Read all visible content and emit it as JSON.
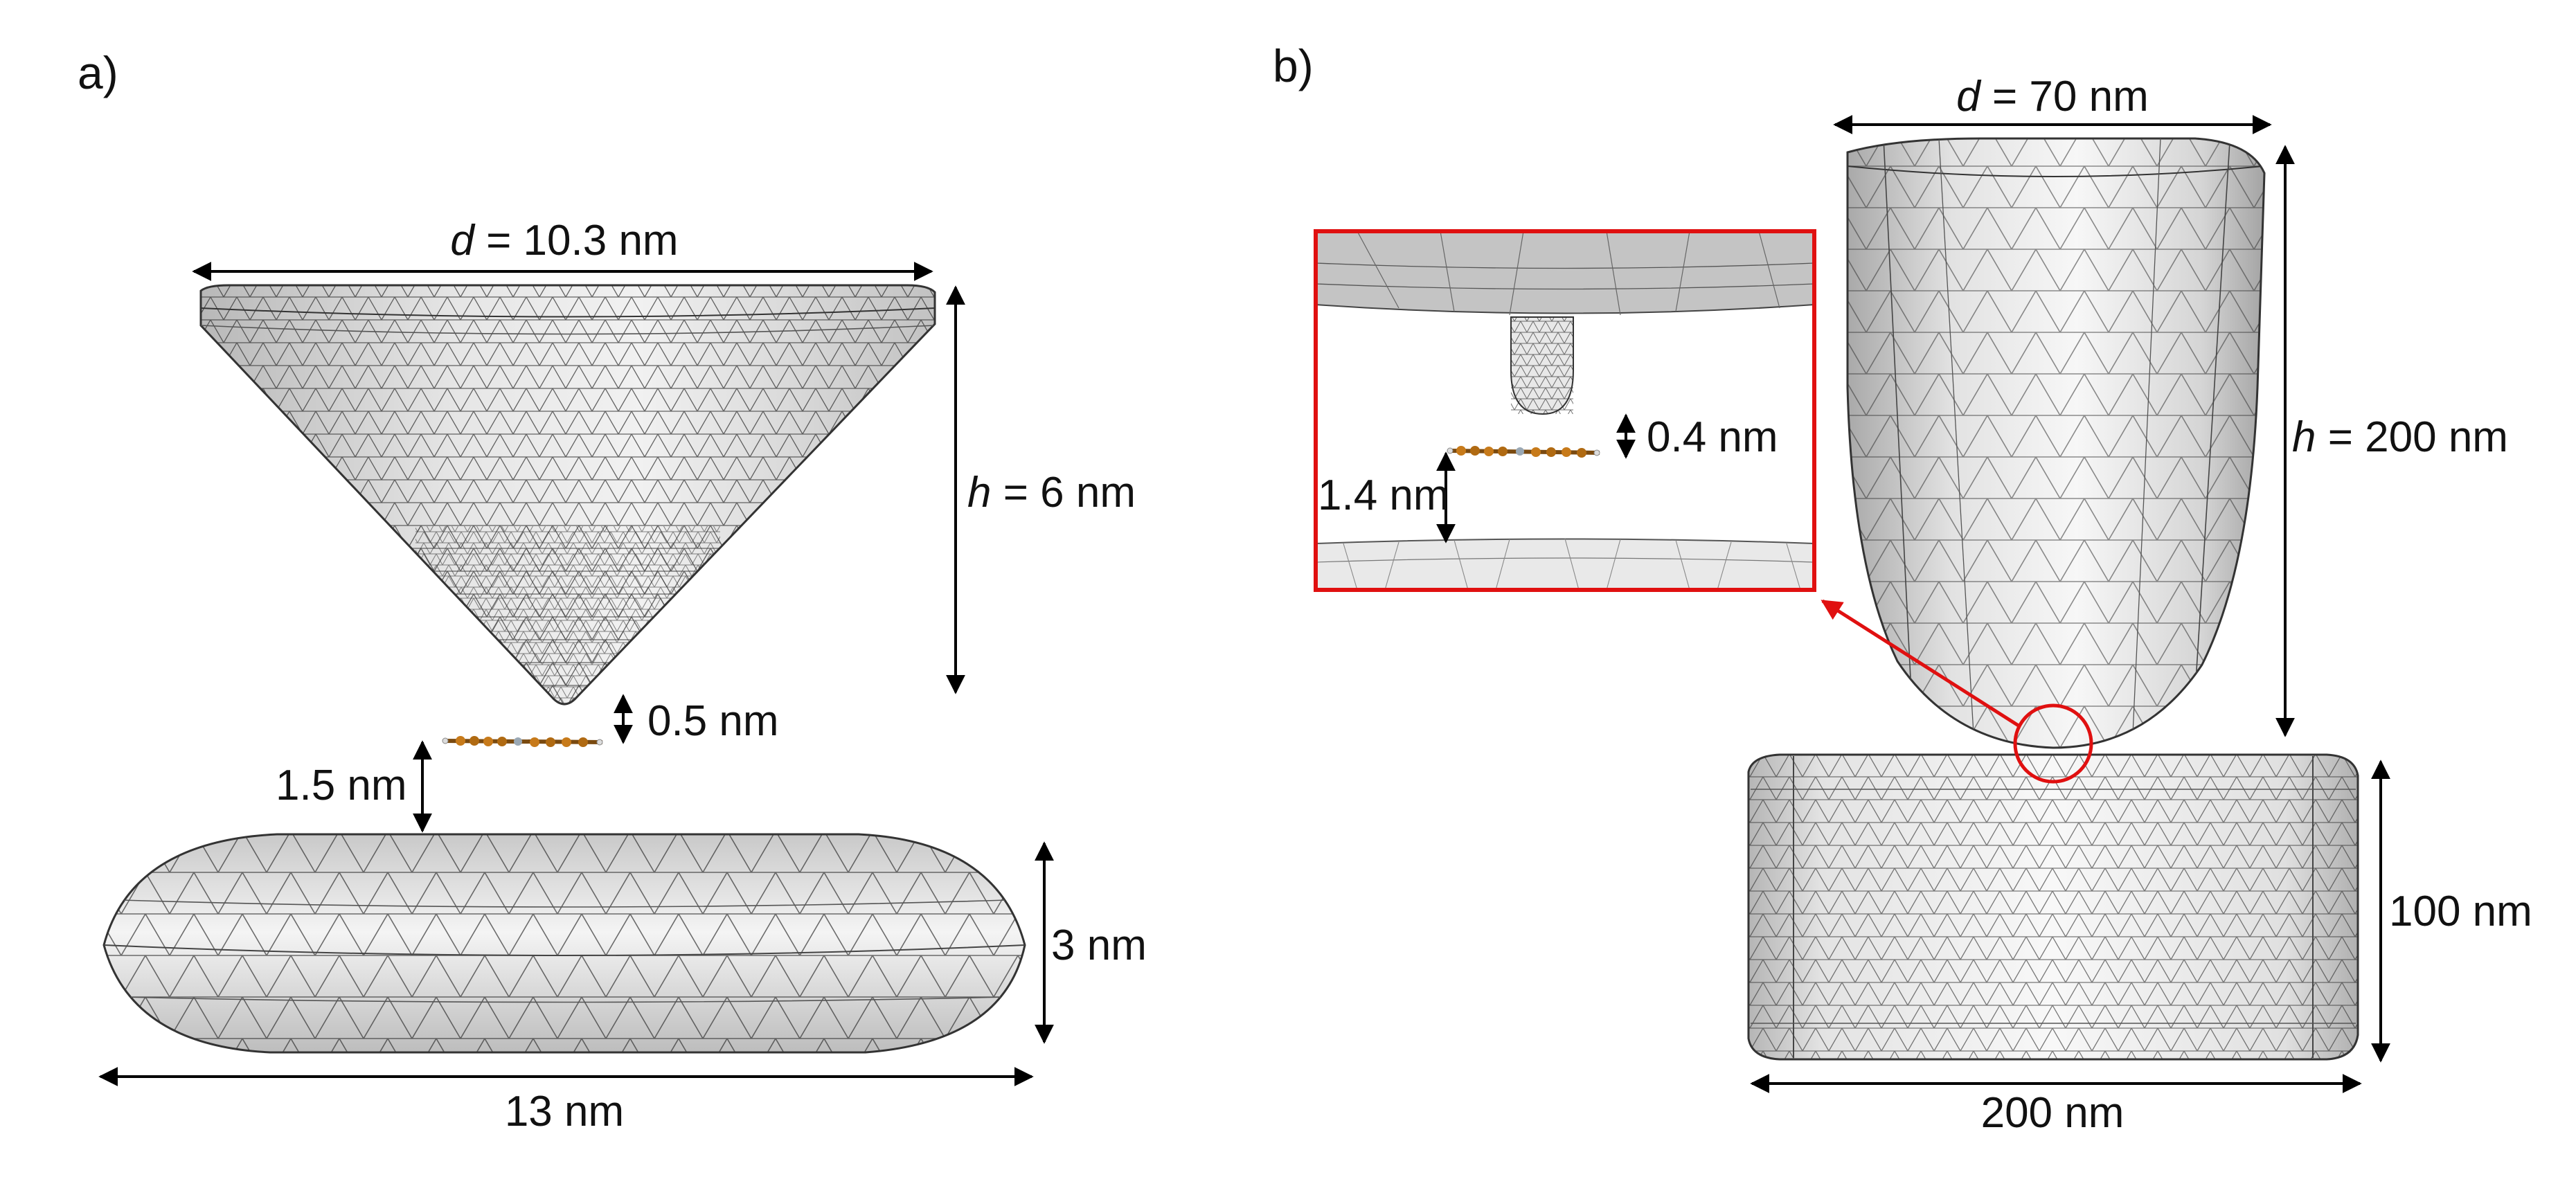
{
  "panels": {
    "a": {
      "label": "a)",
      "tip_diameter": {
        "var": "d",
        "value": " = 10.3 nm"
      },
      "tip_height": {
        "var": "h",
        "value": " = 6 nm"
      },
      "tip_molecule_gap": "0.5 nm",
      "molecule_substrate_gap": "1.5 nm",
      "substrate_thickness": "3 nm",
      "substrate_width": "13 nm"
    },
    "b": {
      "label": "b)",
      "tip_diameter": {
        "var": "d",
        "value": " = 70 nm"
      },
      "tip_height": {
        "var": "h",
        "value": " = 200 nm"
      },
      "inset_tip_molecule_gap": "0.4 nm",
      "inset_molecule_substrate_gap": "1.4 nm",
      "substrate_thickness": "100 nm",
      "substrate_width": "200 nm"
    }
  },
  "colors": {
    "mesh_fill": "#e4e4e4",
    "mesh_shade": "#bdbdbd",
    "mesh_highlight": "#f7f7f7",
    "inset_border": "#e01010",
    "molecule": "#c77a1a",
    "arrow": "#000000"
  }
}
